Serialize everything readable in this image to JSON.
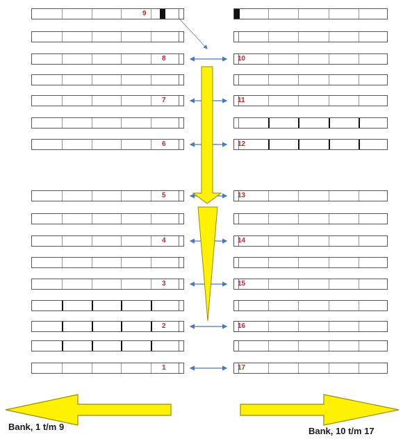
{
  "colors": {
    "arrow_fill": "#fff200",
    "arrow_stroke": "#9a8a00",
    "connector": "#4a74c8",
    "number_text": "#c0272d"
  },
  "banks": {
    "left": [
      {
        "number": "9"
      },
      {
        "number": ""
      },
      {
        "number": "8"
      },
      {
        "number": ""
      },
      {
        "number": "7"
      },
      {
        "number": ""
      },
      {
        "number": "6"
      },
      {
        "number": "5"
      },
      {
        "number": ""
      },
      {
        "number": "4"
      },
      {
        "number": ""
      },
      {
        "number": "3"
      },
      {
        "number": ""
      },
      {
        "number": "2"
      },
      {
        "number": ""
      },
      {
        "number": "1"
      }
    ],
    "right": [
      {
        "number": ""
      },
      {
        "number": ""
      },
      {
        "number": "10"
      },
      {
        "number": ""
      },
      {
        "number": "11"
      },
      {
        "number": ""
      },
      {
        "number": "12"
      },
      {
        "number": "13"
      },
      {
        "number": ""
      },
      {
        "number": "14"
      },
      {
        "number": ""
      },
      {
        "number": "15"
      },
      {
        "number": ""
      },
      {
        "number": "16"
      },
      {
        "number": ""
      },
      {
        "number": "17"
      }
    ]
  },
  "captions": {
    "left": "Bank, 1 t/m 9",
    "right": "Bank, 10 t/m 17"
  },
  "arrows": {
    "left_direction": "left",
    "right_direction": "right",
    "central_direction": "down"
  }
}
